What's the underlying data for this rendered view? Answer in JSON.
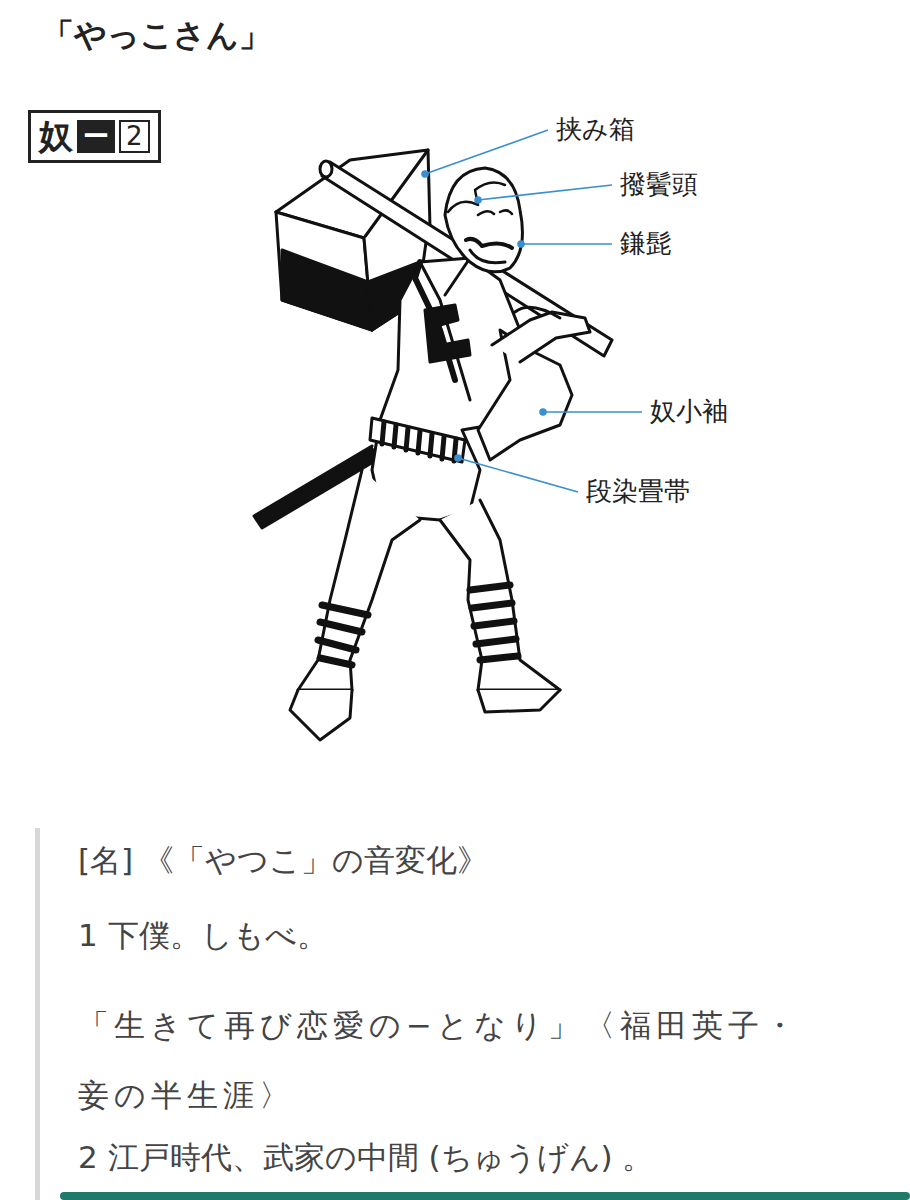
{
  "diagram": {
    "title": "「やっこさん」",
    "nodes": [
      {
        "text": [
          "奴",
          "ー",
          "2"
        ]
      }
    ],
    "labels": [
      "挟み箱",
      "撥鬢頭",
      "鎌髭",
      "奴小袖",
      "段染畳帯",
      "[名] 《「やつこ」の音変化》",
      "1 下僕。しもべ。",
      "「生きて再び恋愛の−となり」〈福田英子・妾の半生涯〉",
      "2 江戸時代、武家の中間 (ちゅうげん) 。"
    ]
  }
}
